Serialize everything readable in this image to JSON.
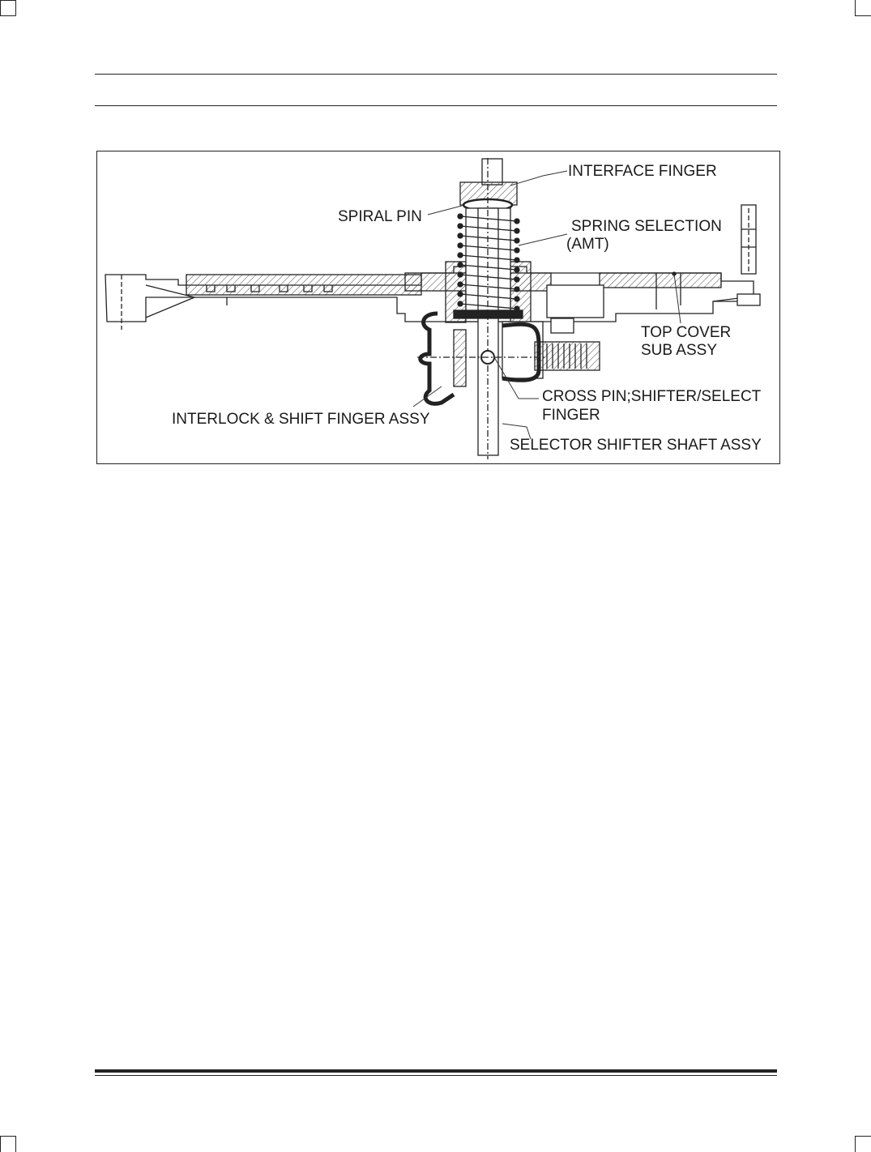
{
  "figure": {
    "labels": {
      "interface_finger": "INTERFACE FINGER",
      "spiral_pin": "SPIRAL PIN",
      "spring_selection_1": "SPRING SELECTION",
      "spring_selection_2": "(AMT)",
      "top_cover_1": "TOP COVER",
      "top_cover_2": "SUB ASSY",
      "cross_pin_1": "CROSS PIN;SHIFTER/SELECT",
      "cross_pin_2": "FINGER",
      "interlock": "INTERLOCK & SHIFT FINGER ASSY",
      "selector_shaft": "SELECTOR SHIFTER SHAFT ASSY"
    }
  }
}
